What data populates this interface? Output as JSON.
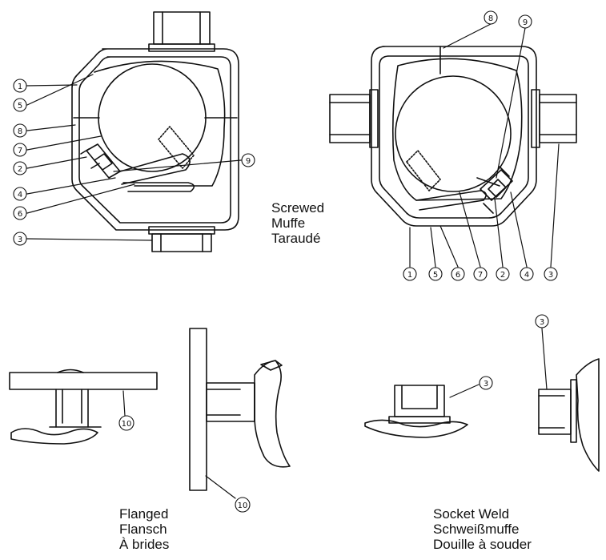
{
  "captions": {
    "screwed": [
      "Screwed",
      "Muffe",
      "Taraudé"
    ],
    "flanged": [
      "Flanged",
      "Flansch",
      "À brides"
    ],
    "socket_weld": [
      "Socket Weld",
      "Schweißmuffe",
      "Douille à souder"
    ]
  },
  "callouts": {
    "view_a_left": [
      "1",
      "5",
      "8",
      "7",
      "2",
      "4",
      "6",
      "3"
    ],
    "view_a_right": "9",
    "view_b_top": [
      "8",
      "9"
    ],
    "view_b_bottom": [
      "1",
      "5",
      "6",
      "7",
      "2",
      "4",
      "3"
    ],
    "flanged": [
      "10",
      "10"
    ],
    "socket": [
      "3",
      "3"
    ]
  },
  "colors": {
    "line": "#111111",
    "background": "#ffffff"
  }
}
